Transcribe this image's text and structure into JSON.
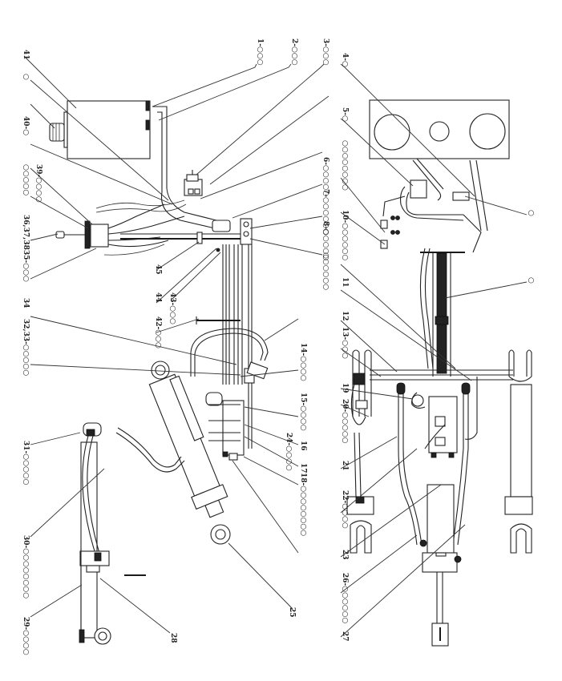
{
  "figure": {
    "type": "hydraulic assembly parts drawing",
    "orientation": "rotated 90 degrees clockwise"
  },
  "callouts": [
    {
      "id": "1",
      "text": "1-○○○"
    },
    {
      "id": "2",
      "text": "2-○○○"
    },
    {
      "id": "3",
      "text": "3-○○○"
    },
    {
      "id": "4",
      "text": "4-○"
    },
    {
      "id": "5",
      "text": "5-○"
    },
    {
      "id": "6",
      "text": "6-○○○○○"
    },
    {
      "id": "7",
      "text": "7-○○○○○○"
    },
    {
      "id": "8",
      "text": "8-○○○○○"
    },
    {
      "id": "9",
      "text": "○○○○○○○○"
    },
    {
      "id": "10",
      "text": "10-○○○○○○"
    },
    {
      "id": "11",
      "text": "11"
    },
    {
      "id": "12",
      "text": "12"
    },
    {
      "id": "13",
      "text": "13-○○○"
    },
    {
      "id": "14",
      "text": "14-○○○○"
    },
    {
      "id": "15",
      "text": "15-○○○○"
    },
    {
      "id": "16",
      "text": "16"
    },
    {
      "id": "17",
      "text": "17"
    },
    {
      "id": "18",
      "text": "18-○○○○○○○○"
    },
    {
      "id": "19",
      "text": "19"
    },
    {
      "id": "20",
      "text": "20-○○○○○"
    },
    {
      "id": "21",
      "text": "21"
    },
    {
      "id": "22",
      "text": "22-○○○○"
    },
    {
      "id": "23",
      "text": "23"
    },
    {
      "id": "24",
      "text": "24-○○○○"
    },
    {
      "id": "25",
      "text": "25"
    },
    {
      "id": "26",
      "text": "26-○○○○○○"
    },
    {
      "id": "27",
      "text": "27"
    },
    {
      "id": "28",
      "text": "28"
    },
    {
      "id": "29",
      "text": "29-○○○○"
    },
    {
      "id": "30",
      "text": "30-○○○○○○○○"
    },
    {
      "id": "31",
      "text": "31-○○○○○"
    },
    {
      "id": "32_33",
      "text": "32,33-○○○○○"
    },
    {
      "id": "34",
      "text": "34"
    },
    {
      "id": "35",
      "text": "35-○○○"
    },
    {
      "id": "36_37_38",
      "text": "36,37,38"
    },
    {
      "id": "38b",
      "text": "○○○○○"
    },
    {
      "id": "39",
      "text": "39-○○○○"
    },
    {
      "id": "40",
      "text": "40-○"
    },
    {
      "id": "41",
      "text": "41"
    },
    {
      "id": "42",
      "text": "42-○○○"
    },
    {
      "id": "43",
      "text": "43-○○○"
    },
    {
      "id": "44",
      "text": "44"
    },
    {
      "id": "45",
      "text": "45"
    },
    {
      "id": "c1",
      "text": "○"
    },
    {
      "id": "c2",
      "text": "○"
    },
    {
      "id": "c3",
      "text": "○"
    },
    {
      "id": "c4",
      "text": "○○○○○○"
    }
  ]
}
